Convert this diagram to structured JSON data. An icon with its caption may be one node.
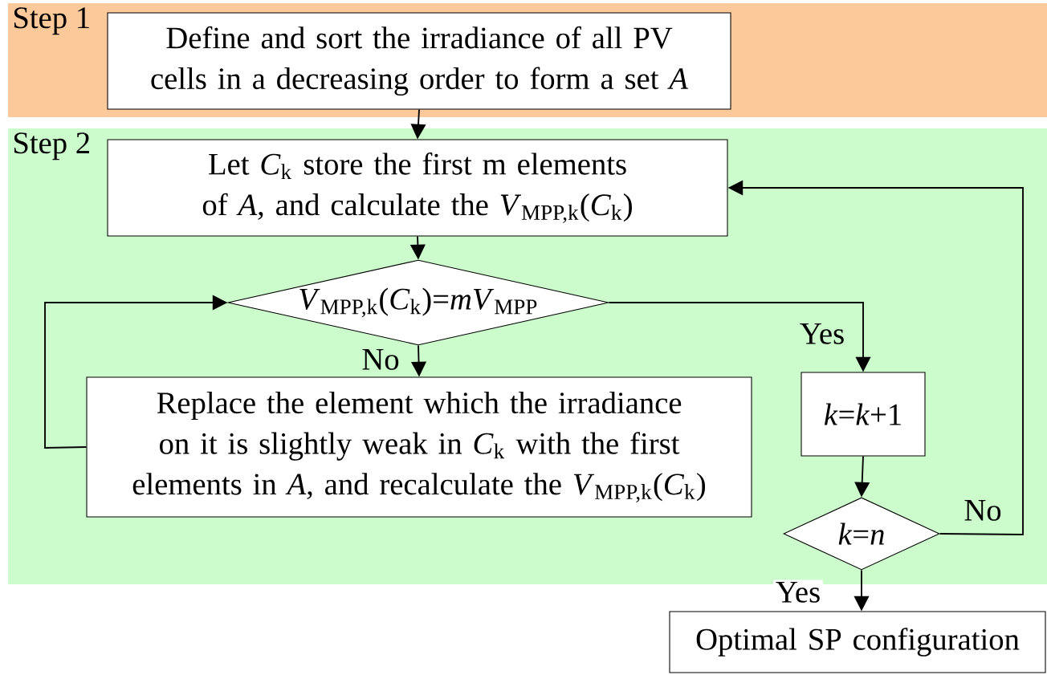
{
  "diagram": {
    "nodes": [
      {
        "text": [
          "Step 1"
        ]
      },
      {
        "text": [
          "Define and sort the irradiance of all PV cells in a decreasing order to form a set *A*"
        ],
        "in": 0
      },
      {
        "text": [
          "Step 2"
        ]
      },
      {
        "text": [
          "Let *C*$_{k}$ store the first m elements of *A*, and calculate the *V*$_{MPP,k}$(*C*$_{k}$)"
        ],
        "in": 2
      },
      {
        "text": [
          "*V*$_{MPP,k}$(*C*$_{k}$)=*mV*$_{MPP}$"
        ],
        "in": 2
      },
      {
        "text": [
          "Replace the element which the irradiance on it is slightly weak in *C*$_{k}$ with the first elements in *A*, and recalculate the *V*$_{MPP,k}$(*C*$_{k}$)"
        ],
        "in": 2
      },
      {
        "text": [
          "*k*=*k*+1"
        ],
        "in": 2
      },
      {
        "text": [
          "*k*=*n*"
        ],
        "in": 2
      },
      {
        "text": [
          "Optimal SP configuration"
        ]
      }
    ],
    "edges": [
      {
        "from": 1,
        "to": 3,
        "arrow": "to"
      },
      {
        "from": 3,
        "to": 4,
        "arrow": "to"
      },
      {
        "from": 4,
        "to": 5,
        "arrow": "to",
        "label": "No"
      },
      {
        "from": 4,
        "to": 6,
        "arrow": "to",
        "label": "Yes"
      },
      {
        "from": 5,
        "to": 4,
        "arrow": "to"
      },
      {
        "from": 6,
        "to": 7,
        "arrow": "to"
      },
      {
        "from": 7,
        "to": 3,
        "arrow": "to",
        "label": "No"
      },
      {
        "from": 7,
        "to": 8,
        "arrow": "to",
        "label": "Yes"
      }
    ]
  }
}
